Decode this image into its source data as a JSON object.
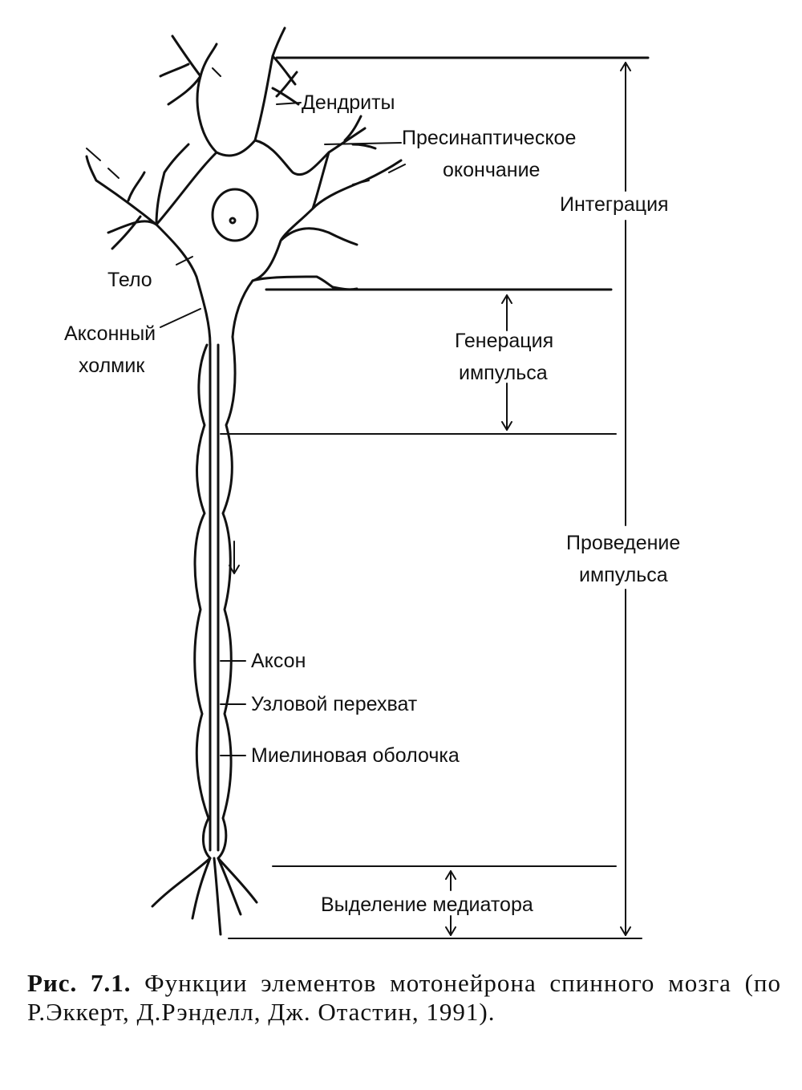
{
  "labels": {
    "dendrites": "Дендриты",
    "presynaptic_line1": "Пресинаптическое",
    "presynaptic_line2": "окончание",
    "body": "Тело",
    "axon_hillock_line1": "Аксонный",
    "axon_hillock_line2": "холмик",
    "axon": "Аксон",
    "node": "Узловой перехват",
    "myelin": "Миелиновая оболочка"
  },
  "stages": {
    "integration": "Интеграция",
    "generation_line1": "Генерация",
    "generation_line2": "импульса",
    "conduction_line1": "Проведение",
    "conduction_line2": "импульса",
    "release": "Выделение медиатора"
  },
  "caption": {
    "prefix": "Рис. 7.1.",
    "text": " Функции элементов мотонейрона спинного мозга (по Р.Эккерт, Д.Рэнделл, Дж. Отастин, 1991)."
  }
}
